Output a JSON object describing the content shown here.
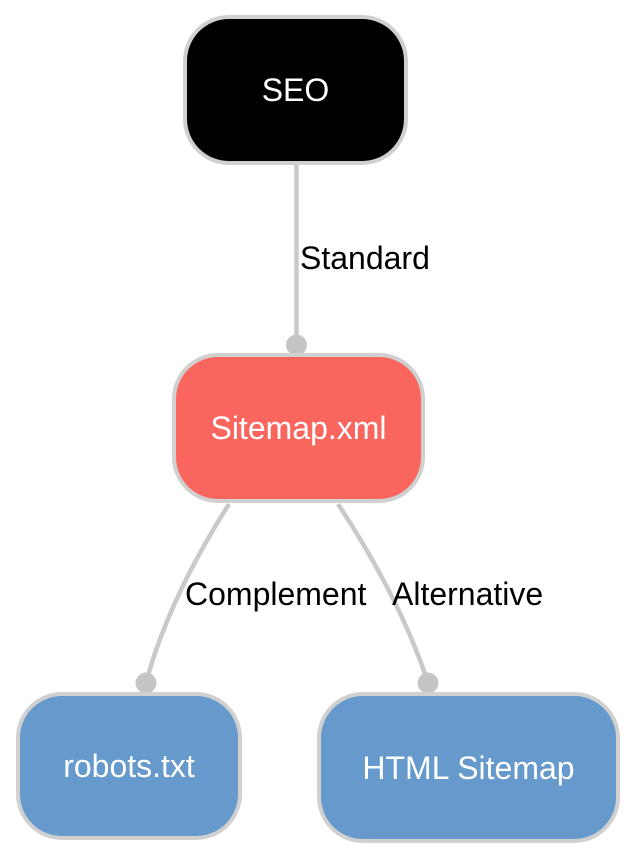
{
  "diagram": {
    "nodes": [
      {
        "id": "seo",
        "label": "SEO",
        "fill": "#000000",
        "text_color": "#ffffff"
      },
      {
        "id": "sitemap_xml",
        "label": "Sitemap.xml",
        "fill": "#fa655e",
        "text_color": "#ffffff"
      },
      {
        "id": "robots_txt",
        "label": "robots.txt",
        "fill": "#6699cc",
        "text_color": "#ffffff"
      },
      {
        "id": "html_sitemap",
        "label": "HTML Sitemap",
        "fill": "#6699cc",
        "text_color": "#ffffff"
      }
    ],
    "edges": [
      {
        "from": "SEO",
        "to": "Sitemap.xml",
        "label": "Standard"
      },
      {
        "from": "Sitemap.xml",
        "to": "robots.txt",
        "label": "Complement"
      },
      {
        "from": "Sitemap.xml",
        "to": "HTML Sitemap",
        "label": "Alternative"
      }
    ],
    "colors": {
      "background": "#ffffff",
      "edge_line": "#c9c9c9",
      "endpoint_dot": "#c5c5c5",
      "node_border": "#d0d0d0",
      "label_text": "#000000"
    }
  }
}
